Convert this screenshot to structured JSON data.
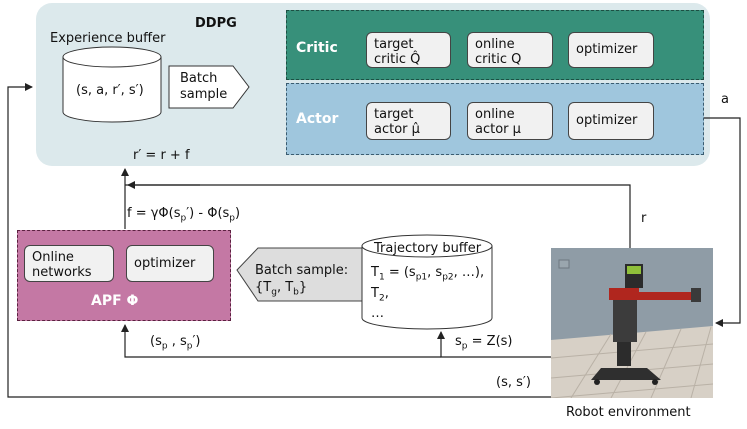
{
  "ddpg": {
    "title": "DDPG",
    "experience_buffer": {
      "label": "Experience buffer",
      "content": "(s, a, r′, s′)"
    },
    "batch_sample": [
      "Batch",
      "sample"
    ],
    "critic": {
      "title": "Critic",
      "target": [
        "target",
        "critic Q̂"
      ],
      "online": [
        "online",
        "critic Q"
      ],
      "optimizer": "optimizer"
    },
    "actor": {
      "title": "Actor",
      "target": [
        "target",
        "actor μ̂"
      ],
      "online": [
        "online",
        "actor μ"
      ],
      "optimizer": "optimizer"
    }
  },
  "apf": {
    "title": "APF Φ",
    "online_networks": [
      "Online",
      "networks"
    ],
    "optimizer": "optimizer"
  },
  "trajectory_buffer": {
    "label": "Trajectory buffer",
    "t1": {
      "main": "T",
      "sub1": "1",
      "eq": " = (s",
      "sub2": "p1",
      "mid": ", s",
      "sub3": "p2",
      "end": ", …),"
    },
    "t2": {
      "main": "T",
      "sub": "2",
      "end": ","
    },
    "more": "…"
  },
  "batch_sample_apf": {
    "line1": "Batch sample:",
    "line2_prefix": "{T",
    "sub_g": "g",
    "mid": ", T",
    "sub_b": "b",
    "end": "}"
  },
  "labels": {
    "r_prime": "r′ = r + f",
    "f_eq": {
      "a": "f = γΦ(s",
      "sub1": "p",
      "b": "′) - Φ(s",
      "sub2": "p",
      "c": ")"
    },
    "a": "a",
    "r": "r",
    "sp_pair": {
      "a": "(s",
      "sub1": "p",
      "b": " , s",
      "sub2": "p",
      "c": "′)"
    },
    "sp_eq": {
      "a": "s",
      "sub": "p",
      "b": " = Z(s)"
    },
    "s_pair": "(s, s′)"
  },
  "robot_environment": "Robot environment",
  "colors": {
    "ddpg_bg": "#dce9ec",
    "critic": "#37907a",
    "actor": "#9fc6dd",
    "apf": "#c478a4"
  }
}
